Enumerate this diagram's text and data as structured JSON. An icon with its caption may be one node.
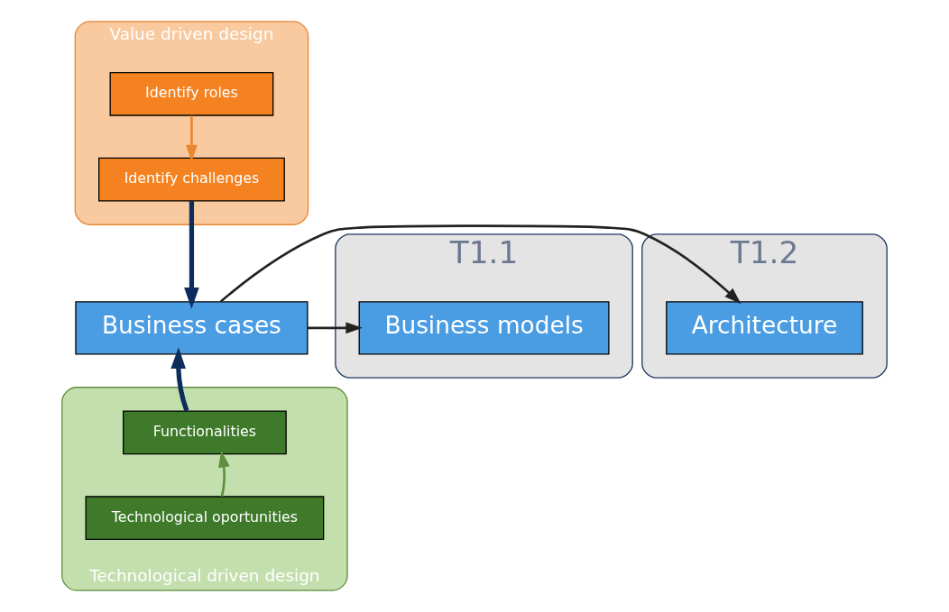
{
  "diagram": {
    "nodes": [
      {
        "text": [
          "Value driven design"
        ]
      },
      {
        "text": [
          "Identify roles"
        ],
        "in": 0
      },
      {
        "text": [
          "Identify challenges"
        ],
        "in": 0
      },
      {
        "text": [
          "T1.1"
        ]
      },
      {
        "text": [
          "Business models"
        ],
        "in": 3
      },
      {
        "text": [
          "Business cases"
        ]
      },
      {
        "text": [
          "T1.2"
        ]
      },
      {
        "text": [
          "Architecture"
        ],
        "in": 6
      },
      {
        "text": [
          "Technological driven design"
        ]
      },
      {
        "text": [
          "Functionalities"
        ],
        "in": 8
      },
      {
        "text": [
          "Technological oportunities"
        ],
        "in": 8
      }
    ],
    "edges": [
      {
        "from": 1,
        "to": 2,
        "arrow": "to",
        "color": "#e8872e"
      },
      {
        "from": 2,
        "to": 5,
        "arrow": "to",
        "color": "#0d2d5c",
        "style": "thick"
      },
      {
        "from": 5,
        "to": 4,
        "arrow": "to"
      },
      {
        "from": 5,
        "to": 7,
        "arrow": "to"
      },
      {
        "from": 9,
        "to": 5,
        "arrow": "to",
        "color": "#0d2d5c",
        "style": "thick"
      },
      {
        "from": 10,
        "to": 9,
        "arrow": "to",
        "color": "#5f8f3e"
      }
    ]
  }
}
